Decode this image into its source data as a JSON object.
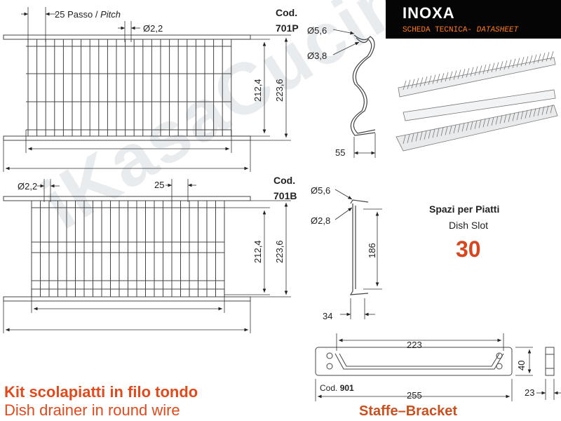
{
  "brand": {
    "name": "INOXA",
    "subtitle": "SCHEDA TECNICA-",
    "subtitle_italic": "DATASHEET"
  },
  "watermark": "iKasaCucina",
  "rack_701p": {
    "code_prefix": "Cod.",
    "code": "701P",
    "pitch_num": "25",
    "pitch_label": "Passo /",
    "pitch_label_en": "Pitch",
    "wire_diameter": "Ø2,2",
    "height_inner": "212,4",
    "height_outer": "223,6",
    "profile_outer_diameter": "Ø5,6",
    "profile_inner_diameter": "Ø3,8",
    "profile_width": "55"
  },
  "rack_701b": {
    "code_prefix": "Cod.",
    "code": "701B",
    "wire_diameter": "Ø2,2",
    "pitch": "25",
    "height_inner": "212,4",
    "height_outer": "223,6",
    "profile_outer_diameter": "Ø5,6",
    "profile_inner_diameter": "Ø2,8",
    "profile_height": "186",
    "profile_width": "34"
  },
  "dish_slot": {
    "title_it": "Spazi per Piatti",
    "title_en": "Dish Slot",
    "count": "30"
  },
  "bracket": {
    "code_prefix": "Cod.",
    "code": "901",
    "inner_length": "223",
    "outer_length": "255",
    "height": "40",
    "depth": "23",
    "label": "Staffe–Bracket"
  },
  "title_it": "Kit scolapiatti in filo tondo",
  "title_en": "Dish drainer in round wire",
  "colors": {
    "accent": "#e04a1c",
    "brand_bg": "#050505",
    "brand_sub": "#ff7a1a",
    "slot_num": "#d6461f"
  }
}
